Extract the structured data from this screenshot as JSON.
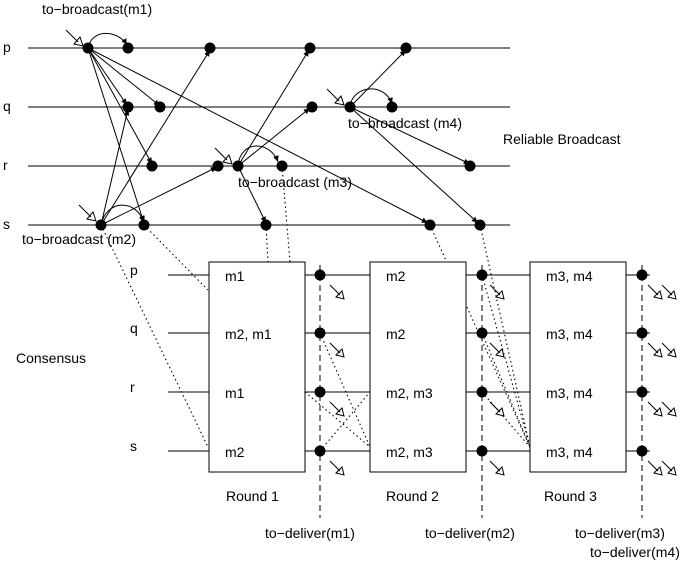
{
  "broadcast": {
    "processes": [
      "p",
      "q",
      "r",
      "s"
    ],
    "section_label": "Reliable Broadcast",
    "events": {
      "m1": "to−broadcast(m1)",
      "m2": "to−broadcast (m2)",
      "m3": "to−broadcast (m3)",
      "m4": "to−broadcast (m4)"
    }
  },
  "consensus": {
    "section_label": "Consensus",
    "processes": [
      "p",
      "q",
      "r",
      "s"
    ],
    "rounds": [
      {
        "label": "Round 1",
        "proposals": [
          "m1",
          "m2, m1",
          "m1",
          "m2"
        ],
        "deliver": [
          "to−deliver(m1)"
        ]
      },
      {
        "label": "Round 2",
        "proposals": [
          "m2",
          "m2",
          "m2, m3",
          "m2, m3"
        ],
        "deliver": [
          "to−deliver(m2)"
        ]
      },
      {
        "label": "Round 3",
        "proposals": [
          "m3, m4",
          "m3, m4",
          "m3, m4",
          "m3, m4"
        ],
        "deliver": [
          "to−deliver(m3)",
          "to−deliver(m4)"
        ]
      }
    ]
  }
}
